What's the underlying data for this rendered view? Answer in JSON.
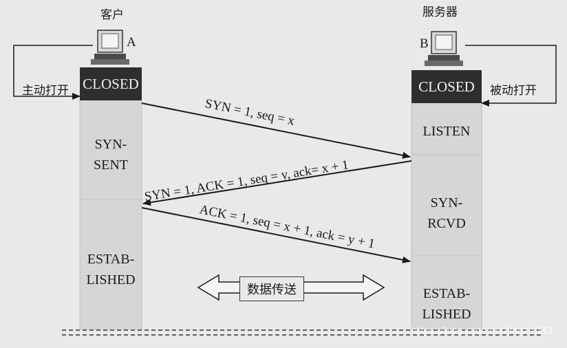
{
  "client": {
    "title": "客户",
    "host_letter": "A",
    "action": "主动打开",
    "states": {
      "closed": "CLOSED",
      "syn_sent": "SYN-\nSENT",
      "established": "ESTAB-\nLISHED"
    }
  },
  "server": {
    "title": "服务器",
    "host_letter": "B",
    "action": "被动打开",
    "states": {
      "closed": "CLOSED",
      "listen": "LISTEN",
      "syn_rcvd": "SYN-\nRCVD",
      "established": "ESTAB-\nLISHED"
    }
  },
  "messages": {
    "syn": "SYN = 1, seq = x",
    "syn_ack": "SYN = 1, ACK = 1, seq = y, ack= x + 1",
    "ack": "ACK = 1, seq = x + 1, ack = y + 1"
  },
  "data_transfer": "数据传送",
  "watermark": "https://blog.csdn.net/jingzhi111"
}
